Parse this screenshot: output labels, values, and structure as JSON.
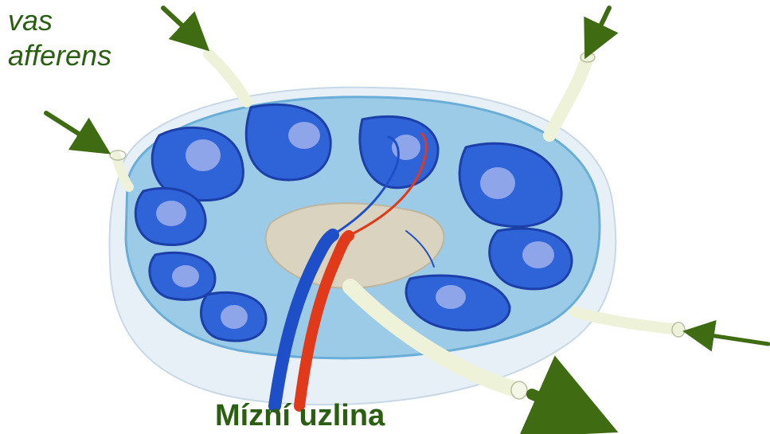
{
  "labels": {
    "vas_afferens_line1": "vas",
    "vas_afferens_line2": "afferens",
    "title": "Mízní uzlina"
  },
  "colors": {
    "arrow": "#3f6b12",
    "label": "#2a5f12",
    "capsule": "#e6eef6",
    "trabecula": "#8fc7e8",
    "follicle": "#2f5fd8",
    "germinal_center": "#8fa6e8",
    "medulla": "#d8d2bf",
    "artery": "#e03a1a",
    "vein": "#1e4fc8"
  }
}
